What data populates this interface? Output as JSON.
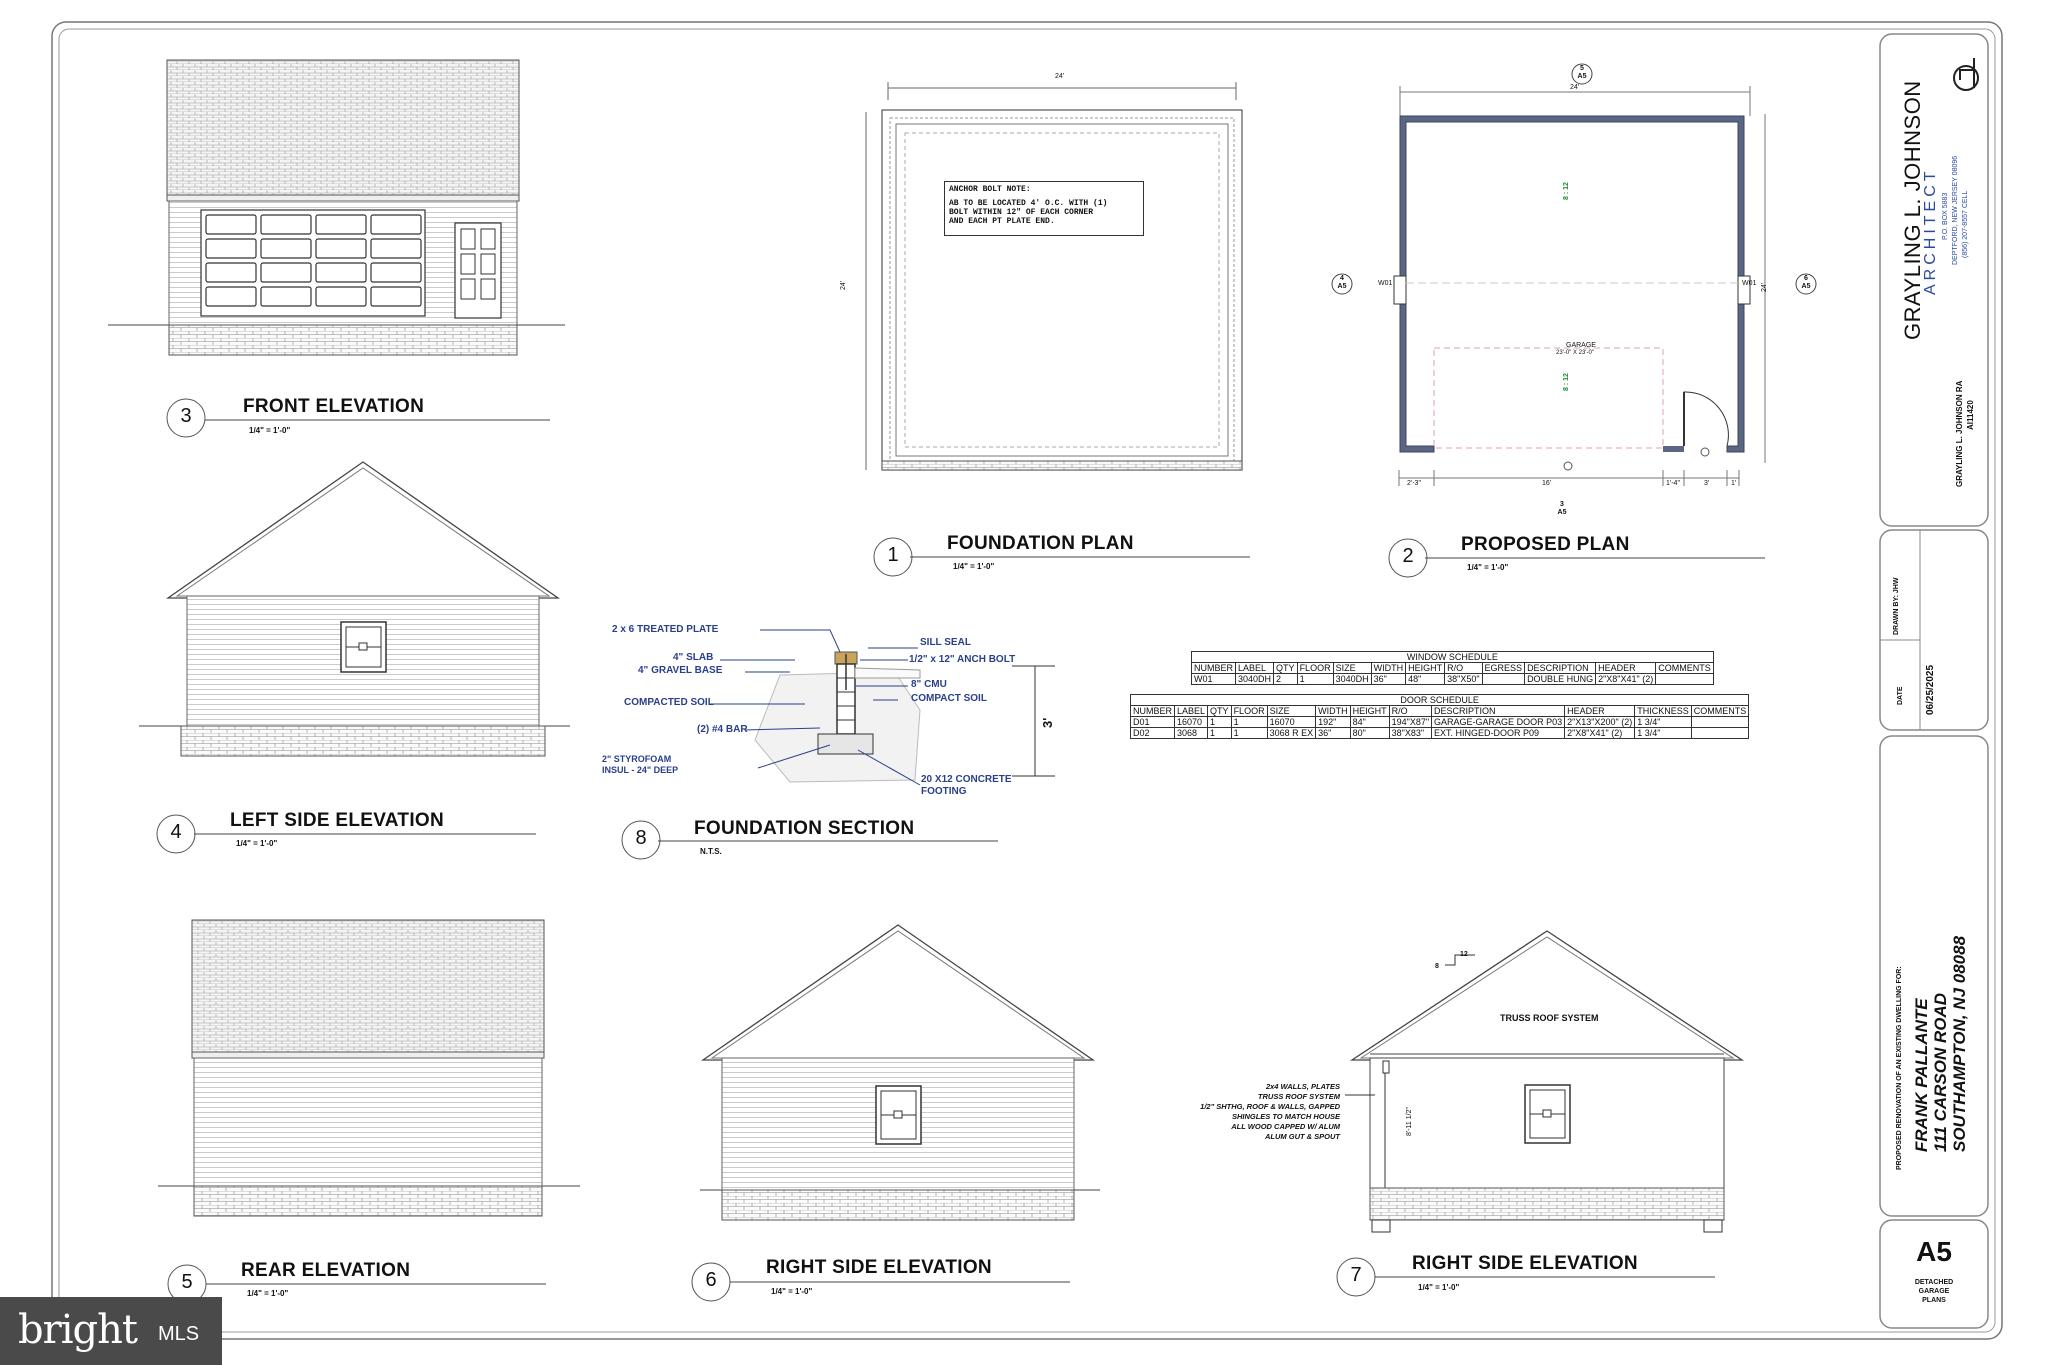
{
  "architect": {
    "name": "GRAYLING L. JOHNSON",
    "role": "ARCHITECT",
    "address1": "P.O. BOX 5883",
    "address2": "DEPTFORD, NEW JERSEY 08096",
    "phone": "(856) 207-8557 CELL",
    "stamp_name": "GRAYLING L. JOHNSON RA",
    "license": "AI11420"
  },
  "titleblock": {
    "drawn_by": "DRAWN BY: JHW",
    "date_label": "DATE",
    "date": "06/25/2025",
    "project_desc": "PROPOSED RENOVATION OF AN EXISTING DWELLING FOR:",
    "client": "FRANK PALLANTE",
    "street": "111 CARSON ROAD",
    "city": "SOUTHAMPTON, NJ 08088",
    "sheet": "A5",
    "sheet_desc": [
      "DETACHED",
      "GARAGE",
      "PLANS"
    ]
  },
  "views": {
    "front": {
      "num": "3",
      "title": "FRONT ELEVATION",
      "scale": "1/4\" = 1'-0\""
    },
    "left": {
      "num": "4",
      "title": "LEFT SIDE ELEVATION",
      "scale": "1/4\" = 1'-0\""
    },
    "rear": {
      "num": "5",
      "title": "REAR ELEVATION",
      "scale": "1/4\" = 1'-0\""
    },
    "right": {
      "num": "6",
      "title": "RIGHT SIDE ELEVATION",
      "scale": "1/4\" = 1'-0\""
    },
    "foundation": {
      "num": "1",
      "title": "FOUNDATION PLAN",
      "scale": "1/4\" = 1'-0\""
    },
    "plan": {
      "num": "2",
      "title": "PROPOSED PLAN",
      "scale": "1/4\" = 1'-0\""
    },
    "section": {
      "num": "8",
      "title": "FOUNDATION SECTION",
      "scale": "N.T.S."
    },
    "right2": {
      "num": "7",
      "title": "RIGHT SIDE ELEVATION",
      "scale": "1/4\" = 1'-0\""
    }
  },
  "anchor_note": {
    "title": "ANCHOR BOLT NOTE:",
    "lines": [
      "AB TO BE LOCATED 4' O.C. WITH (1)",
      "BOLT WITHIN 12\" OF EACH CORNER",
      "AND EACH PT PLATE END."
    ]
  },
  "foundation_dims": {
    "top": "24'",
    "side": "24'"
  },
  "plan_labels": {
    "room": "GARAGE",
    "room_size": "23'-0\" X 23'-0\"",
    "truss": "8 : 12",
    "top": "24'",
    "side": "24'",
    "dims_bottom": [
      "2'-3\"",
      "16'",
      "1'-4\"",
      "3'",
      "1'"
    ],
    "window_tag": "W01",
    "callout_top": {
      "n": "5",
      "s": "A5"
    },
    "callout_left": {
      "n": "4",
      "s": "A5"
    },
    "callout_right": {
      "n": "6",
      "s": "A5"
    },
    "callout_bottom": {
      "n": "3",
      "s": "A5"
    }
  },
  "section_labels": {
    "plate": "2 x 6 TREATED PLATE",
    "slab": "4\" SLAB",
    "gravel": "4\" GRAVEL BASE",
    "soil": "COMPACTED SOIL",
    "bar": "(2) #4 BAR",
    "styro1": "2\" STYROFOAM",
    "styro2": "INSUL - 24\" DEEP",
    "sill": "SILL SEAL",
    "bolt": "1/2\" x 12\" ANCH BOLT",
    "cmu": "8\" CMU",
    "compact": "COMPACT SOIL",
    "footing1": "20 X12 CONCRETE",
    "footing2": "FOOTING",
    "height": "3'"
  },
  "window_schedule": {
    "title": "WINDOW SCHEDULE",
    "headers": [
      "NUMBER",
      "LABEL",
      "QTY",
      "FLOOR",
      "SIZE",
      "WIDTH",
      "HEIGHT",
      "R/O",
      "EGRESS",
      "DESCRIPTION",
      "HEADER",
      "COMMENTS"
    ],
    "rows": [
      [
        "W01",
        "3040DH",
        "2",
        "1",
        "3040DH",
        "36\"",
        "48\"",
        "38\"X50\"",
        "",
        "DOUBLE HUNG",
        "2\"X8\"X41\" (2)",
        ""
      ]
    ]
  },
  "door_schedule": {
    "title": "DOOR SCHEDULE",
    "headers": [
      "NUMBER",
      "LABEL",
      "QTY",
      "FLOOR",
      "SIZE",
      "WIDTH",
      "HEIGHT",
      "R/O",
      "DESCRIPTION",
      "HEADER",
      "THICKNESS",
      "COMMENTS"
    ],
    "rows": [
      [
        "D01",
        "16070",
        "1",
        "1",
        "16070",
        "192\"",
        "84\"",
        "194\"X87\"",
        "GARAGE-GARAGE DOOR P03",
        "2\"X13\"X200\" (2)",
        "1 3/4\"",
        ""
      ],
      [
        "D02",
        "3068",
        "1",
        "1",
        "3068 R EX",
        "36\"",
        "80\"",
        "38\"X83\"",
        "EXT. HINGED-DOOR P09",
        "2\"X8\"X41\" (2)",
        "1 3/4\"",
        ""
      ]
    ]
  },
  "section7": {
    "truss": "TRUSS ROOF SYSTEM",
    "pitch_rise": "8",
    "pitch_run": "12",
    "wall_h": "8'-11 1/2\"",
    "notes": [
      "2x4 WALLS, PLATES",
      "TRUSS ROOF SYSTEM",
      "1/2\" SHTHG, ROOF & WALLS, GAPPED",
      "SHINGLES TO MATCH HOUSE",
      "ALL WOOD CAPPED W/ ALUM",
      "ALUM GUT & SPOUT"
    ]
  },
  "watermark": {
    "brand": "bright",
    "suffix": "MLS"
  }
}
